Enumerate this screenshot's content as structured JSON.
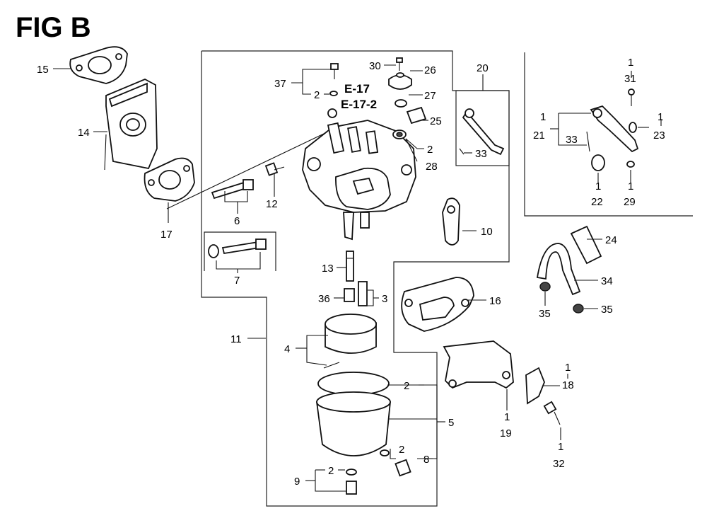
{
  "figure": {
    "title": "FIG B",
    "refs": [
      "E-17",
      "E-17-2"
    ]
  },
  "callouts": [
    {
      "id": "c15",
      "number": "15",
      "qty": ""
    },
    {
      "id": "c14",
      "number": "14",
      "qty": ""
    },
    {
      "id": "c17",
      "number": "17",
      "qty": ""
    },
    {
      "id": "c37",
      "number": "37",
      "qty": ""
    },
    {
      "id": "c2a",
      "number": "2",
      "qty": ""
    },
    {
      "id": "c30",
      "number": "30",
      "qty": ""
    },
    {
      "id": "c26",
      "number": "26",
      "qty": ""
    },
    {
      "id": "c27",
      "number": "27",
      "qty": ""
    },
    {
      "id": "c25",
      "number": "25",
      "qty": ""
    },
    {
      "id": "c2b",
      "number": "2",
      "qty": ""
    },
    {
      "id": "c28",
      "number": "28",
      "qty": ""
    },
    {
      "id": "c20",
      "number": "20",
      "qty": ""
    },
    {
      "id": "c33a",
      "number": "33",
      "qty": ""
    },
    {
      "id": "c6",
      "number": "6",
      "qty": ""
    },
    {
      "id": "c12",
      "number": "12",
      "qty": ""
    },
    {
      "id": "c7",
      "number": "7",
      "qty": ""
    },
    {
      "id": "c10",
      "number": "10",
      "qty": ""
    },
    {
      "id": "c13",
      "number": "13",
      "qty": ""
    },
    {
      "id": "c36",
      "number": "36",
      "qty": ""
    },
    {
      "id": "c3",
      "number": "3",
      "qty": ""
    },
    {
      "id": "c16",
      "number": "16",
      "qty": ""
    },
    {
      "id": "c11",
      "number": "11",
      "qty": ""
    },
    {
      "id": "c4",
      "number": "4",
      "qty": ""
    },
    {
      "id": "c2c",
      "number": "2",
      "qty": ""
    },
    {
      "id": "c5",
      "number": "5",
      "qty": ""
    },
    {
      "id": "c2d",
      "number": "2",
      "qty": ""
    },
    {
      "id": "c8",
      "number": "8",
      "qty": ""
    },
    {
      "id": "c2e",
      "number": "2",
      "qty": ""
    },
    {
      "id": "c9",
      "number": "9",
      "qty": ""
    },
    {
      "id": "c31",
      "number": "31",
      "qty": "1"
    },
    {
      "id": "c21",
      "number": "21",
      "qty": "1"
    },
    {
      "id": "c33b",
      "number": "33",
      "qty": ""
    },
    {
      "id": "c23",
      "number": "23",
      "qty": "1"
    },
    {
      "id": "c22",
      "number": "22",
      "qty": "1"
    },
    {
      "id": "c29",
      "number": "29",
      "qty": "1"
    },
    {
      "id": "c24",
      "number": "24",
      "qty": ""
    },
    {
      "id": "c34",
      "number": "34",
      "qty": ""
    },
    {
      "id": "c35a",
      "number": "35",
      "qty": ""
    },
    {
      "id": "c35b",
      "number": "35",
      "qty": ""
    },
    {
      "id": "c18",
      "number": "18",
      "qty": "1"
    },
    {
      "id": "c19",
      "number": "19",
      "qty": "1"
    },
    {
      "id": "c32",
      "number": "32",
      "qty": "1"
    }
  ]
}
